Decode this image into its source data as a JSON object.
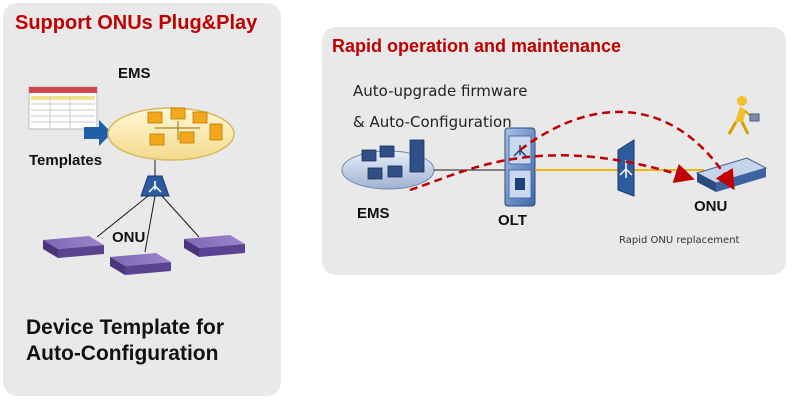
{
  "left_panel": {
    "title": "Support ONUs Plug&Play",
    "ems_label": "EMS",
    "templates_label": "Templates",
    "onu_label": "ONU",
    "device_template_line1": "Device Template for",
    "device_template_line2": "Auto-Configuration"
  },
  "right_panel": {
    "title": "Rapid operation and maintenance",
    "caption_line1": "Auto-upgrade firmware",
    "caption_line2": "& Auto-Configuration",
    "ems_label": "EMS",
    "olt_label": "OLT",
    "onu_label": "ONU",
    "replacement_label": "Rapid ONU replacement"
  },
  "colors": {
    "title_red": "#c00000",
    "panel_bg": "#e9e9e9",
    "arrow_blue": "#1f5fa8",
    "link_yellow": "#f0b400",
    "dashed_red": "#c00000",
    "device_purple": "#6a4a9a"
  }
}
